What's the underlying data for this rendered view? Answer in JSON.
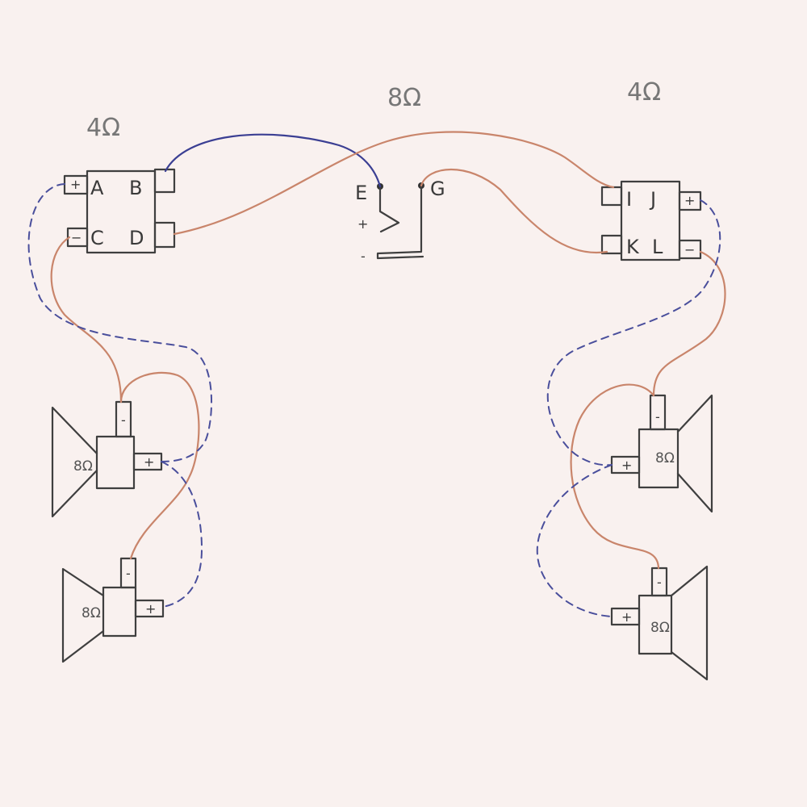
{
  "diagram": {
    "labels": {
      "left_block_impedance": "4Ω",
      "center_jack_impedance": "8Ω",
      "right_block_impedance": "4Ω"
    },
    "left_block": {
      "terminals": [
        "A",
        "B",
        "C",
        "D"
      ],
      "plus": "+",
      "minus": "−"
    },
    "right_block": {
      "terminals": [
        "I",
        "J",
        "K",
        "L"
      ],
      "plus": "+",
      "minus": "−"
    },
    "jack": {
      "terminal_e": "E",
      "terminal_g": "G",
      "plus": "+",
      "minus": "-"
    },
    "speakers": [
      {
        "impedance": "8Ω",
        "plus": "+",
        "minus": "-"
      },
      {
        "impedance": "8Ω",
        "plus": "+",
        "minus": "-"
      },
      {
        "impedance": "8Ω",
        "plus": "+",
        "minus": "-"
      },
      {
        "impedance": "8Ω",
        "plus": "+",
        "minus": "-"
      }
    ],
    "colors": {
      "pencil": "#3f3f3f",
      "solid_red_wire": "#c9856b",
      "solid_blue_wire": "#3b3f93",
      "dashed_blue_wire": "#4a4f9c",
      "paper": "#f9f1ef"
    }
  }
}
